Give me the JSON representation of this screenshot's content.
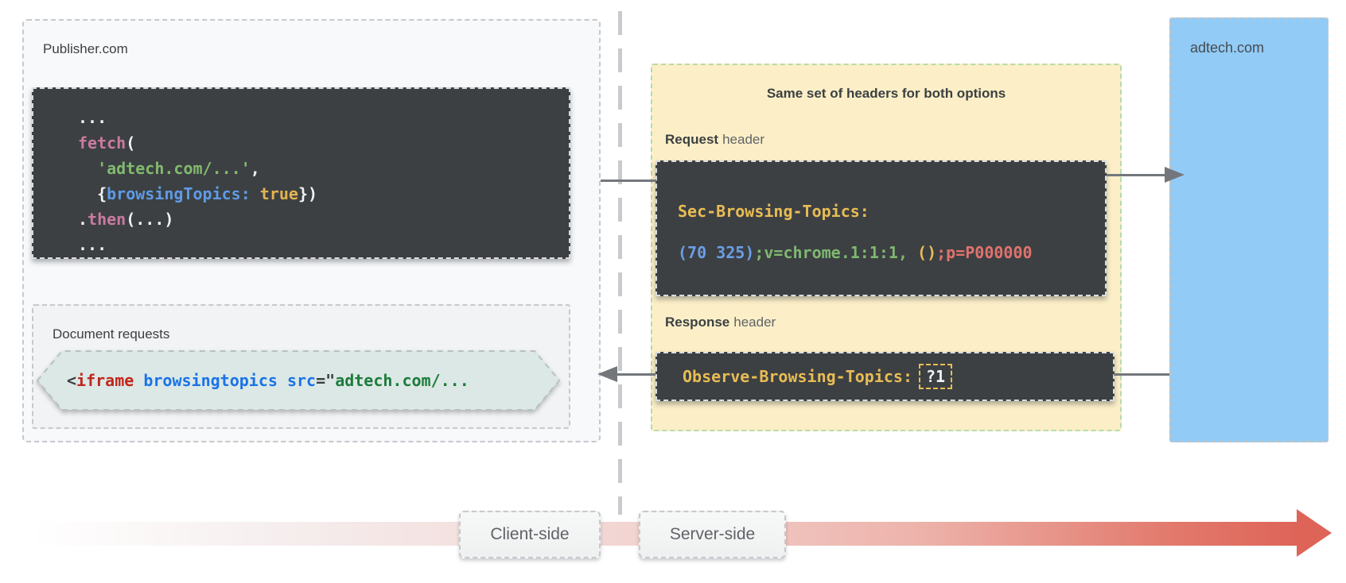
{
  "palette": {
    "code-default": "#F1F3F4",
    "pink": "#C97BA0",
    "green": "#82BA6E",
    "blue": "#5E9BE6",
    "amber": "#E3B44F",
    "gold": "#E9BC54",
    "header-blue": "#6C9EE8",
    "header-green": "#7FB86F",
    "header-red": "#E0736D",
    "dark": "#3C4043",
    "tag-red": "#C0261D",
    "attr-blue": "#1A73E8",
    "url-green": "#1C7C3C",
    "panel-yellow": "#FCEFC7",
    "panel-blue": "#92CBF5",
    "panel-gray": "#F8F9FA",
    "doc-gray": "#F1F3F4",
    "hexagon-fill": "#DBE8E5",
    "code-bg": "#3C4043",
    "arrow-gray": "#73777C",
    "axis-red": "#DE6458"
  },
  "publisher": {
    "label": "Publisher.com",
    "fetch_code": [
      [
        {
          "t": "...",
          "c": "code-default"
        }
      ],
      [
        {
          "t": "fetch",
          "c": "pink"
        },
        {
          "t": "(",
          "c": "code-default"
        }
      ],
      [
        {
          "t": "  ",
          "c": "code-default"
        },
        {
          "t": "'adtech.com/...'",
          "c": "green"
        },
        {
          "t": ",",
          "c": "code-default"
        }
      ],
      [
        {
          "t": "  {",
          "c": "code-default"
        },
        {
          "t": "browsingTopics:",
          "c": "blue"
        },
        {
          "t": " ",
          "c": "code-default"
        },
        {
          "t": "true",
          "c": "amber"
        },
        {
          "t": "})",
          "c": "code-default"
        }
      ],
      [
        {
          "t": ".",
          "c": "code-default"
        },
        {
          "t": "then",
          "c": "pink"
        },
        {
          "t": "(...)",
          "c": "code-default"
        }
      ],
      [
        {
          "t": "...",
          "c": "code-default"
        }
      ]
    ],
    "document_requests": {
      "label": "Document requests",
      "iframe_code": [
        {
          "t": "<",
          "c": "dark"
        },
        {
          "t": "iframe",
          "c": "tag-red"
        },
        {
          "t": " ",
          "c": "dark"
        },
        {
          "t": "browsingtopics",
          "c": "attr-blue"
        },
        {
          "t": " ",
          "c": "dark"
        },
        {
          "t": "src",
          "c": "attr-blue"
        },
        {
          "t": "=\"",
          "c": "dark"
        },
        {
          "t": "adtech.com/...",
          "c": "url-green"
        }
      ]
    }
  },
  "headers_panel": {
    "title": "Same set of headers for both options",
    "request": {
      "label_bold": "Request",
      "label_rest": "header",
      "code": [
        [
          {
            "t": "Sec-Browsing-Topics:",
            "c": "gold"
          }
        ],
        [
          {
            "t": "(70 325)",
            "c": "header-blue"
          },
          {
            "t": ";v=chrome.1:1:1,",
            "c": "header-green"
          },
          {
            "t": " ",
            "c": "code-default"
          },
          {
            "t": "()",
            "c": "gold"
          },
          {
            "t": ";p=P000000",
            "c": "header-red"
          }
        ]
      ]
    },
    "response": {
      "label_bold": "Response",
      "label_rest": "header",
      "code": [
        {
          "t": "Observe-Browsing-Topics:",
          "c": "gold"
        }
      ],
      "flag_value": "?1"
    }
  },
  "adtech": {
    "label": "adtech.com"
  },
  "axis": {
    "client_label": "Client-side",
    "server_label": "Server-side"
  }
}
